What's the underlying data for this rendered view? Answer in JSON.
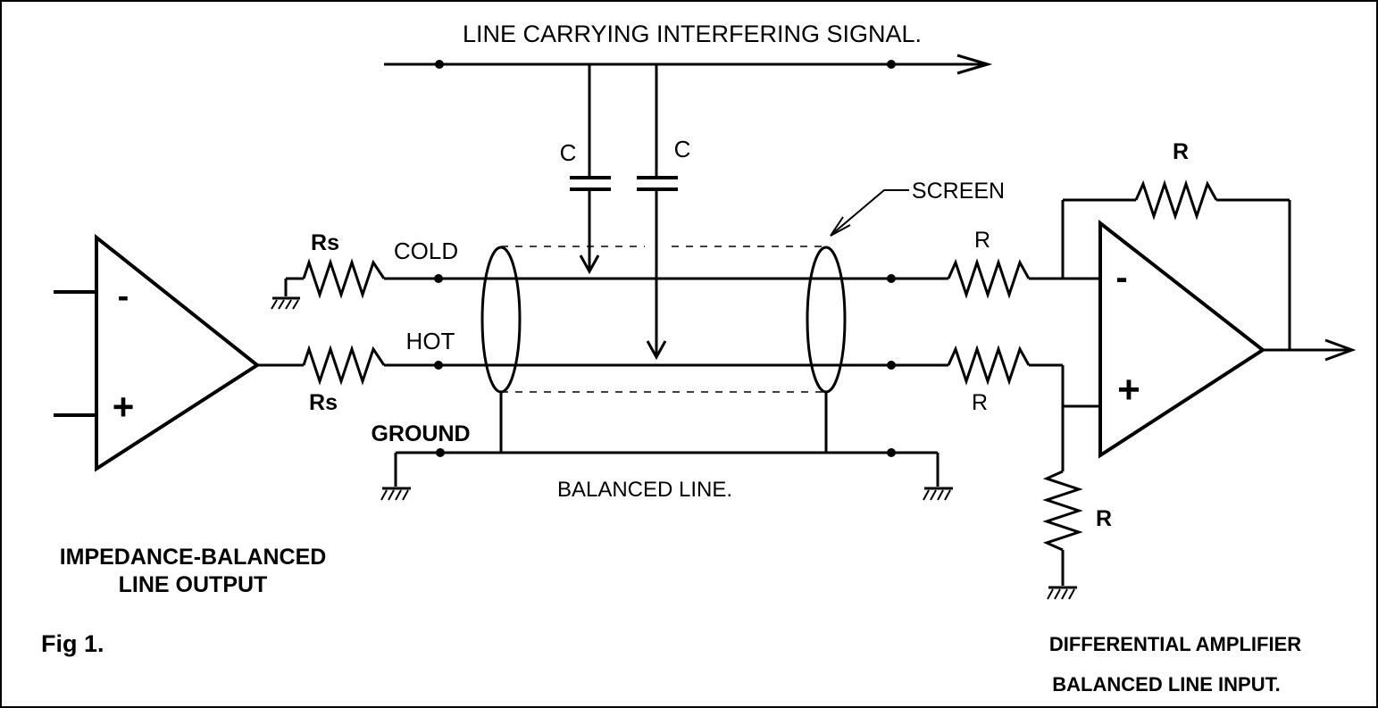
{
  "labels": {
    "interfering_line": "LINE CARRYING INTERFERING SIGNAL.",
    "cap_left": "C",
    "cap_right": "C",
    "screen": "SCREEN",
    "rs_top": "Rs",
    "rs_bottom": "Rs",
    "cold": "COLD",
    "hot": "HOT",
    "ground": "GROUND",
    "balanced_line": "BALANCED LINE.",
    "r_feedback": "R",
    "r_cold_input": "R",
    "r_hot_input": "R",
    "r_shunt": "R",
    "left_opamp_minus": "-",
    "left_opamp_plus": "+",
    "right_opamp_minus": "-",
    "right_opamp_plus": "+",
    "output_title_line1": "IMPEDANCE-BALANCED",
    "output_title_line2": "LINE OUTPUT",
    "fig": "Fig 1.",
    "input_title_line1": "DIFFERENTIAL AMPLIFIER",
    "input_title_line2": "BALANCED LINE INPUT."
  }
}
